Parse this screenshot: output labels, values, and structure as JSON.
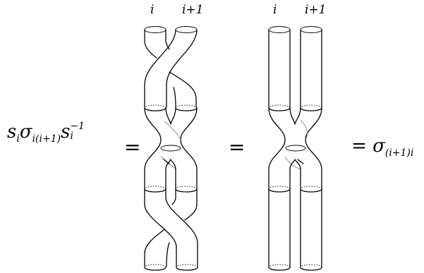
{
  "labels": {
    "strand_i_left": "i",
    "strand_i1_left": "i+1",
    "strand_i_mid": "i",
    "strand_i1_mid": "i+1"
  },
  "formula_left": {
    "s": "s",
    "s_sub": "i",
    "sigma": "σ",
    "sigma_sub": "i(i+1)",
    "s2": "s",
    "s2_sub": "i",
    "s2_sup": "−1"
  },
  "eq1": "=",
  "eq2": "=",
  "formula_right": {
    "eq": "=",
    "sigma": "σ",
    "sub": "(i+1)i"
  }
}
